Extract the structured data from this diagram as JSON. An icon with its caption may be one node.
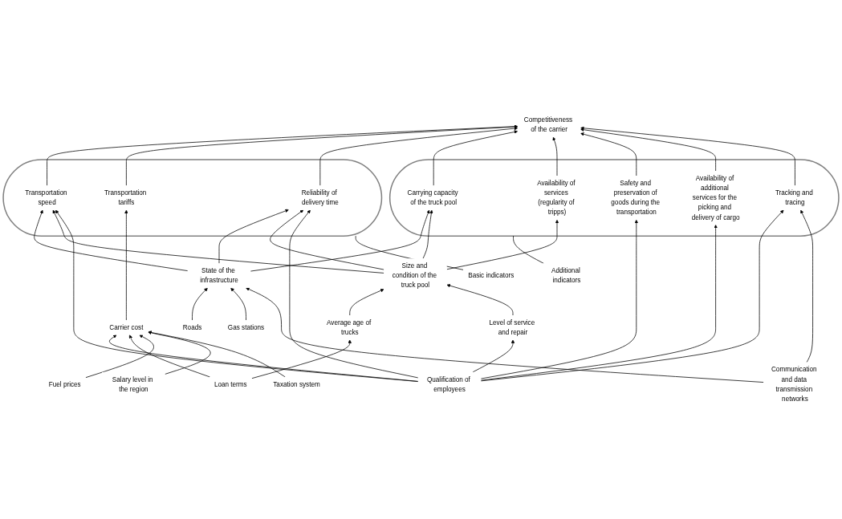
{
  "diagram": {
    "nodes": [
      {
        "text": [
          "Competitiveness of the carrier"
        ]
      },
      {
        "text": [
          "Basic indicators"
        ]
      },
      {
        "text": [],
        "shape": "ellipse"
      },
      {
        "text": [
          "Reliability of delivery time"
        ],
        "in": 2
      },
      {
        "text": [
          "Transportation tariffs"
        ],
        "in": 2
      },
      {
        "text": [
          "Transportation speed"
        ],
        "in": 2
      },
      {
        "text": [],
        "shape": "ellipse"
      },
      {
        "text": [
          "Carrying capacity of the truck pool"
        ],
        "in": 6
      },
      {
        "text": [
          "Availability of services (regularity of tripps)"
        ],
        "in": 6
      },
      {
        "text": [
          "Safety and preservation of goods during the transportation"
        ],
        "in": 6
      },
      {
        "text": [
          "Additional indicators"
        ]
      },
      {
        "text": [
          "Availability of additional services for the picking and delivery of cargo"
        ],
        "in": 6
      },
      {
        "text": [
          "Tracking and tracing"
        ],
        "in": 6
      },
      {
        "text": [
          "State of the infrastructure"
        ]
      },
      {
        "text": [
          "Size and condition of the truck pool"
        ]
      },
      {
        "text": [
          "Qualification of employees"
        ]
      },
      {
        "text": [
          "Carrier cost"
        ]
      },
      {
        "text": [
          "Loan terms"
        ]
      },
      {
        "text": [
          "Roads"
        ]
      },
      {
        "text": [
          "Fuel prices"
        ]
      },
      {
        "text": [
          "Gas stations"
        ]
      },
      {
        "text": [
          "Average age of trucks"
        ]
      },
      {
        "text": [
          "Taxation system"
        ]
      },
      {
        "text": [
          "Level of service and repair"
        ]
      },
      {
        "text": [
          "Salary level in the region"
        ]
      },
      {
        "text": [
          "Communication and data transmission networks"
        ]
      }
    ],
    "edges": [
      {
        "from": 5,
        "to": 0,
        "arrow": "to"
      },
      {
        "from": 4,
        "to": 0,
        "arrow": "to"
      },
      {
        "from": 3,
        "to": 0,
        "arrow": "to"
      },
      {
        "from": 7,
        "to": 0,
        "arrow": "to"
      },
      {
        "from": 8,
        "to": 0,
        "arrow": "to"
      },
      {
        "from": 9,
        "to": 0,
        "arrow": "to"
      },
      {
        "from": 11,
        "to": 0,
        "arrow": "to"
      },
      {
        "from": 12,
        "to": 0,
        "arrow": "to"
      },
      {
        "from": 1,
        "to": 2,
        "arrow": "none"
      },
      {
        "from": 10,
        "to": 6,
        "arrow": "none"
      },
      {
        "from": 13,
        "to": 5,
        "arrow": "to"
      },
      {
        "from": 13,
        "to": 3,
        "arrow": "to"
      },
      {
        "from": 13,
        "to": 7,
        "arrow": "to"
      },
      {
        "from": 14,
        "to": 5,
        "arrow": "to"
      },
      {
        "from": 14,
        "to": 3,
        "arrow": "to"
      },
      {
        "from": 14,
        "to": 7,
        "arrow": "to"
      },
      {
        "from": 14,
        "to": 8,
        "arrow": "to"
      },
      {
        "from": 15,
        "to": 5,
        "arrow": "to"
      },
      {
        "from": 15,
        "to": 3,
        "arrow": "to"
      },
      {
        "from": 15,
        "to": 9,
        "arrow": "to"
      },
      {
        "from": 15,
        "to": 11,
        "arrow": "to"
      },
      {
        "from": 15,
        "to": 12,
        "arrow": "to"
      },
      {
        "from": 15,
        "to": 16,
        "arrow": "to"
      },
      {
        "from": 15,
        "to": 23,
        "arrow": "to"
      },
      {
        "from": 16,
        "to": 4,
        "arrow": "to"
      },
      {
        "from": 17,
        "to": 16,
        "arrow": "to"
      },
      {
        "from": 19,
        "to": 16,
        "arrow": "to"
      },
      {
        "from": 24,
        "to": 16,
        "arrow": "to"
      },
      {
        "from": 22,
        "to": 16,
        "arrow": "to"
      },
      {
        "from": 18,
        "to": 13,
        "arrow": "to"
      },
      {
        "from": 20,
        "to": 13,
        "arrow": "to"
      },
      {
        "from": 25,
        "to": 13,
        "arrow": "to"
      },
      {
        "from": 21,
        "to": 14,
        "arrow": "to"
      },
      {
        "from": 23,
        "to": 14,
        "arrow": "to"
      },
      {
        "from": 25,
        "to": 12,
        "arrow": "to"
      },
      {
        "from": 17,
        "to": 21,
        "arrow": "to"
      }
    ]
  }
}
